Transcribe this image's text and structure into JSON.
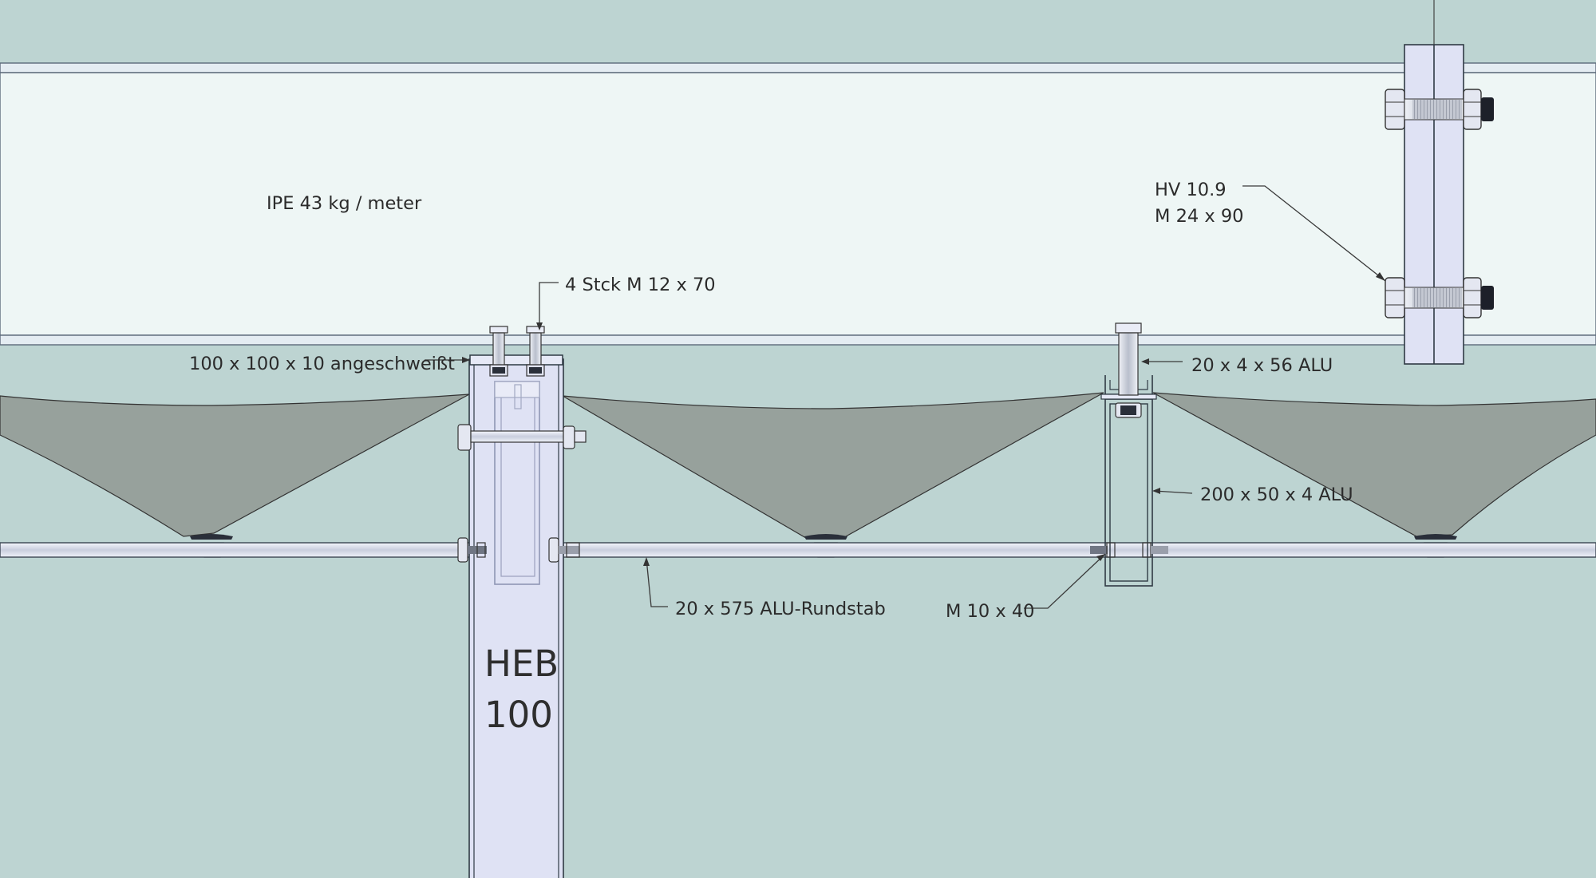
{
  "labels": {
    "ipe": "IPE 43 kg / meter",
    "hv_line1": "HV 10.9",
    "hv_line2": "M 24 x 90",
    "bolts_m12": "4 Stck M 12 x 70",
    "plate": "100 x 100 x 10 angeschweißt",
    "flat_alu": "20 x 4 x 56 ALU",
    "rect_tube": "200 x 50 x 4 ALU",
    "round_bar": "20 x 575 ALU-Rundstab",
    "screw_m10": "M 10 x 40",
    "heb_line1": "HEB",
    "heb_line2": "100"
  },
  "colors": {
    "background": "#bdd4d2",
    "beam_fill": "#eef6f5",
    "steel_fill": "#dfe2f4",
    "membrane_fill": "#97a19c",
    "outline": "#2f3a44"
  }
}
